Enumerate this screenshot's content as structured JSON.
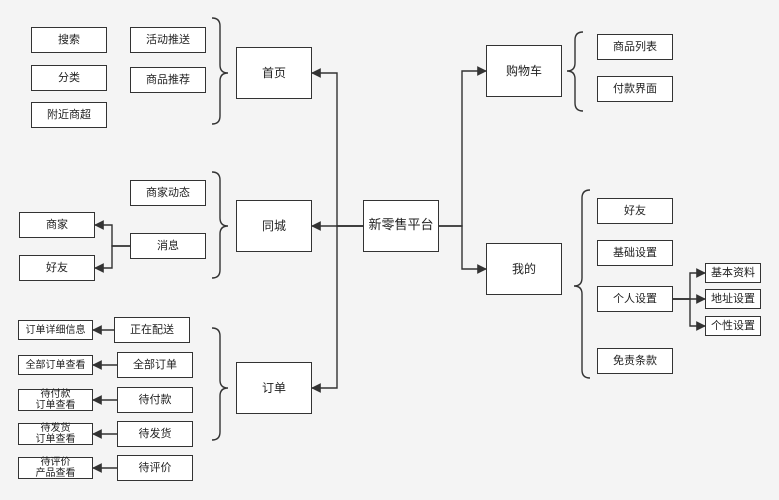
{
  "colors": {
    "line": "#333333",
    "box_border": "#333333",
    "box_fill": "#ffffff",
    "background": "#f4f4f4"
  },
  "root": "新零售平台",
  "main_nodes": {
    "home": "首页",
    "local": "同城",
    "order": "订单",
    "cart": "购物车",
    "mine": "我的"
  },
  "home_children": {
    "search": "搜索",
    "category": "分类",
    "nearby": "附近商超",
    "promo": "活动推送",
    "recommend": "商品推荐"
  },
  "local_children": {
    "merchant_news": "商家动态",
    "message": "消息",
    "merchant": "商家",
    "friend": "好友"
  },
  "order_children": {
    "delivering": "正在配送",
    "all_orders": "全部订单",
    "pending_pay": "待付款",
    "pending_ship": "待发货",
    "pending_review": "待评价",
    "order_detail": "订单详细信息",
    "all_orders_view": "全部订单查看",
    "pending_pay_view": "待付款\n订单查看",
    "pending_ship_view": "待发货\n订单查看",
    "pending_review_view": "待评价\n产品查看"
  },
  "cart_children": {
    "product_list": "商品列表",
    "payment": "付款界面"
  },
  "mine_children": {
    "friend": "好友",
    "basic_settings": "基础设置",
    "personal_settings": "个人设置",
    "disclaimer": "免责条款",
    "basic_info": "基本资料",
    "address_settings": "地址设置",
    "custom_settings": "个性设置"
  }
}
